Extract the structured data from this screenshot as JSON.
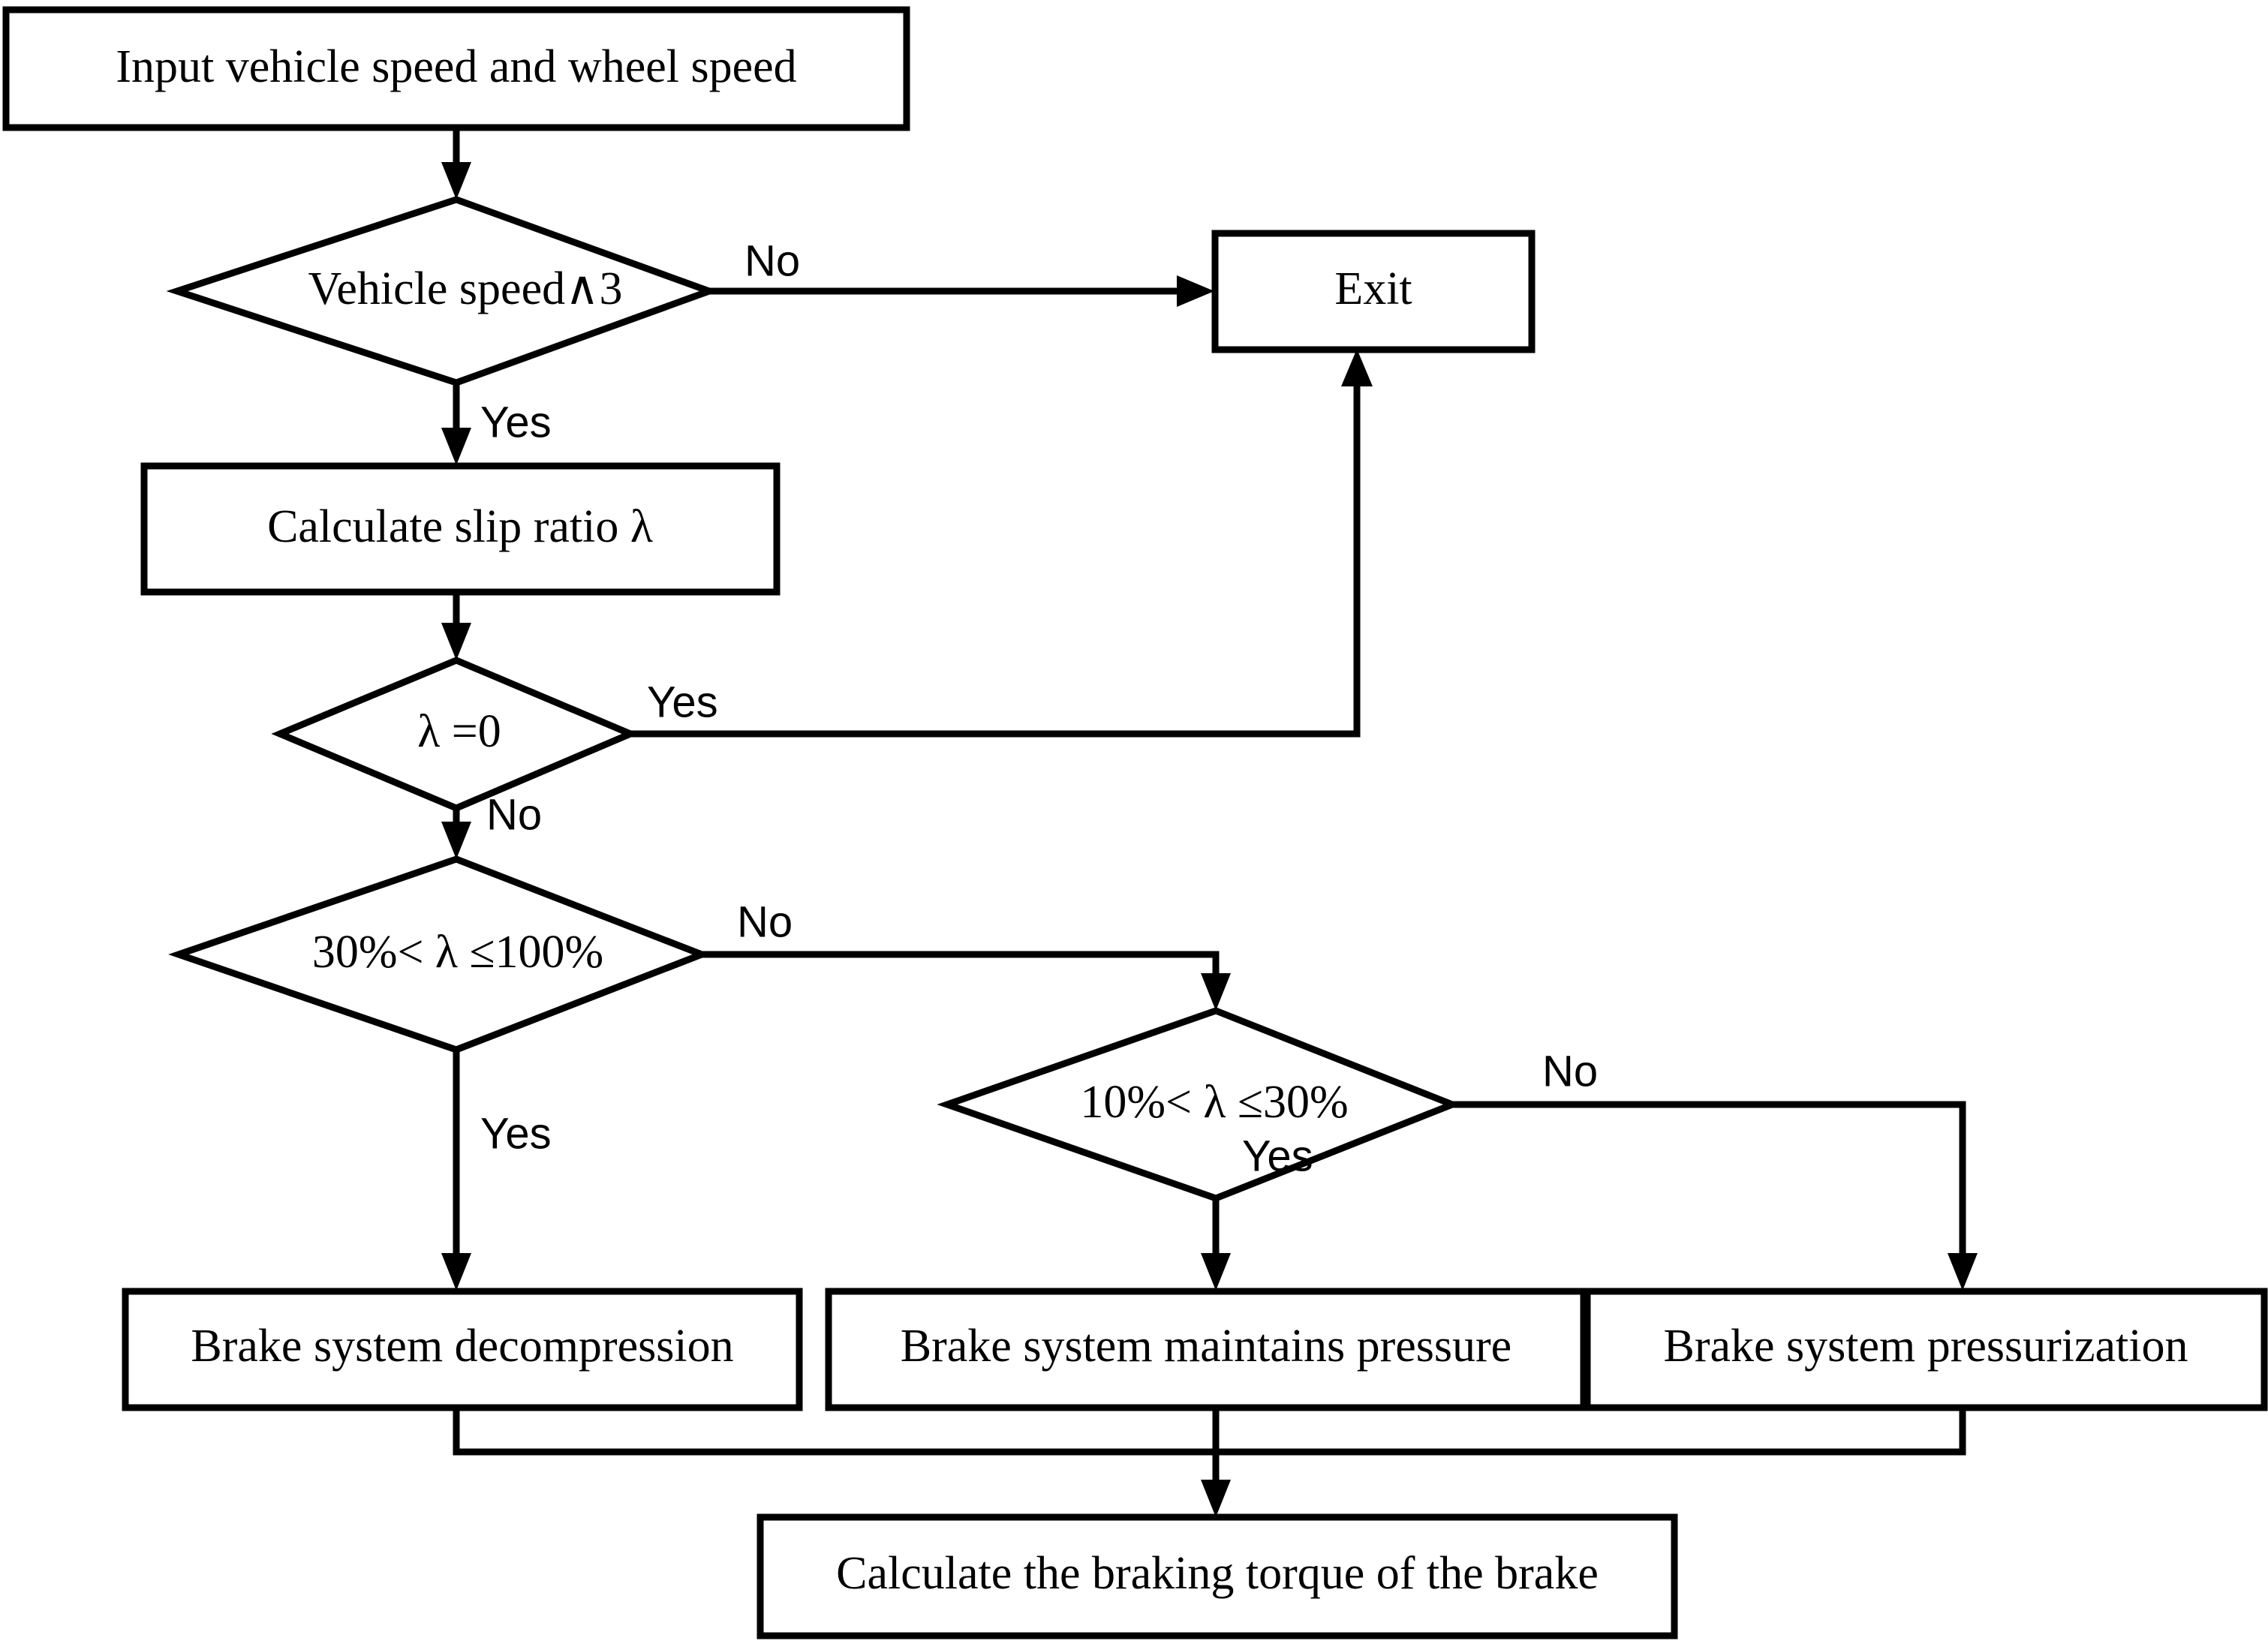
{
  "diagram": {
    "title": "ABS braking control flowchart",
    "background_color": "#ffffff",
    "line_color": "#000000",
    "nodes": {
      "input_speeds": {
        "label": "Input vehicle speed and wheel speed",
        "shape": "process"
      },
      "vehicle_speed_check": {
        "label": "Vehicle speed∧3",
        "shape": "decision"
      },
      "exit": {
        "label": "Exit",
        "shape": "terminator"
      },
      "calc_slip_ratio": {
        "label": "Calculate slip ratio  λ",
        "shape": "process"
      },
      "lambda_zero_check": {
        "label": "λ =0",
        "shape": "decision"
      },
      "range_30_100": {
        "label": "30%< λ ≤100%",
        "shape": "decision"
      },
      "range_10_30": {
        "label": "10%< λ ≤30%",
        "shape": "decision"
      },
      "decompression": {
        "label": "Brake system decompression",
        "shape": "process"
      },
      "maintain_pressure": {
        "label": "Brake system maintains pressure",
        "shape": "process"
      },
      "pressurization": {
        "label": "Brake system pressurization",
        "shape": "process"
      },
      "calc_torque": {
        "label": "Calculate the braking torque of the brake",
        "shape": "process"
      }
    },
    "edge_labels": {
      "speed_no": "No",
      "speed_yes": "Yes",
      "lambda_zero_yes": "Yes",
      "lambda_zero_no": "No",
      "range_30_100_no": "No",
      "range_30_100_yes": "Yes",
      "range_10_30_no": "No",
      "range_10_30_yes": "Yes"
    }
  }
}
